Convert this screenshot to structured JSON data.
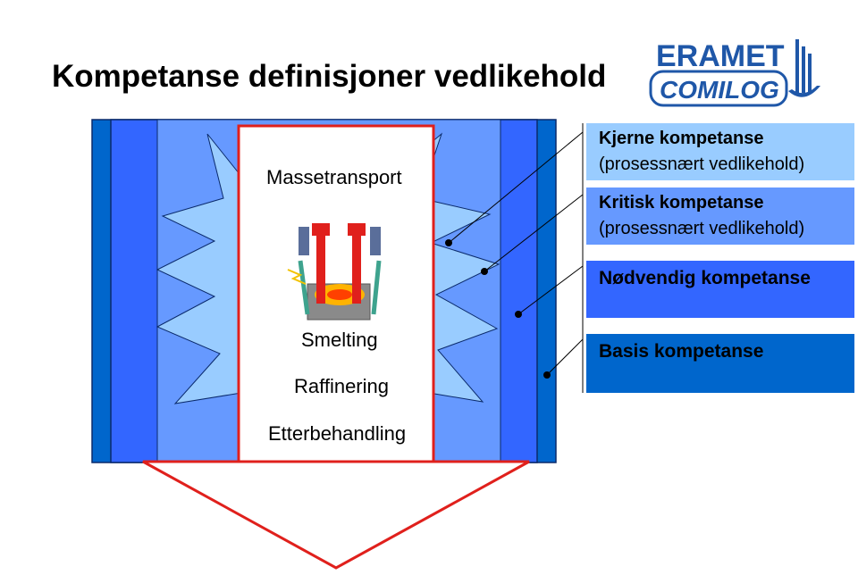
{
  "title": "Kompetanse definisjoner vedlikehold",
  "logo": {
    "line1": "ERAMET",
    "line2": "COMILOG"
  },
  "center": {
    "massetransport": "Massetransport",
    "smelting": "Smelting",
    "raffinering": "Raffinering",
    "etterbehandling": "Etterbehandling"
  },
  "legend": [
    {
      "title": "Kjerne kompetanse",
      "subtitle": "(prosessnært vedlikehold)",
      "color": "#99CCFF"
    },
    {
      "title": "Kritisk kompetanse",
      "subtitle": "(prosessnært vedlikehold)",
      "color": "#6699FF"
    },
    {
      "title": "Nødvendig kompetanse",
      "subtitle": "",
      "color": "#3366FF"
    },
    {
      "title": "Basis kompetanse",
      "subtitle": "",
      "color": "#0066CC"
    }
  ],
  "colors": {
    "outer": "#0066CC",
    "second": "#3366FF",
    "third": "#6699FF",
    "star": "#99CCFF",
    "core_border": "#E0201C",
    "arrow": "#E0201C"
  }
}
